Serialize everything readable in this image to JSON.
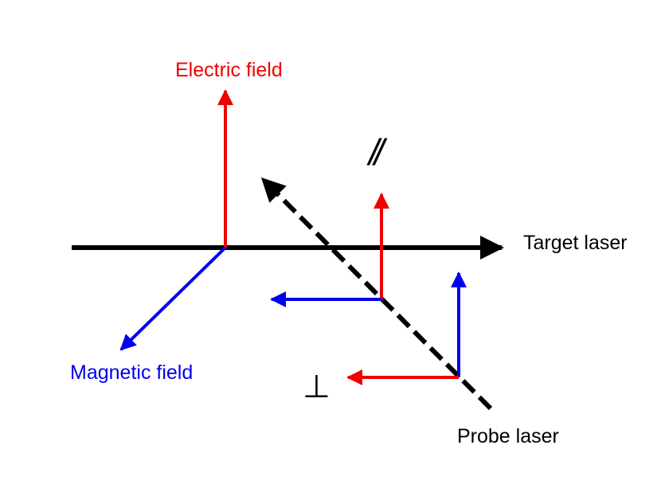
{
  "labels": {
    "electric_field": "Electric field",
    "magnetic_field": "Magnetic field",
    "target_laser": "Target laser",
    "probe_laser": "Probe laser",
    "parallel_symbol": "//",
    "perpendicular_symbol": "⊥"
  },
  "colors": {
    "electric": "#ee0000",
    "magnetic": "#0000ee",
    "beam": "#000000"
  }
}
